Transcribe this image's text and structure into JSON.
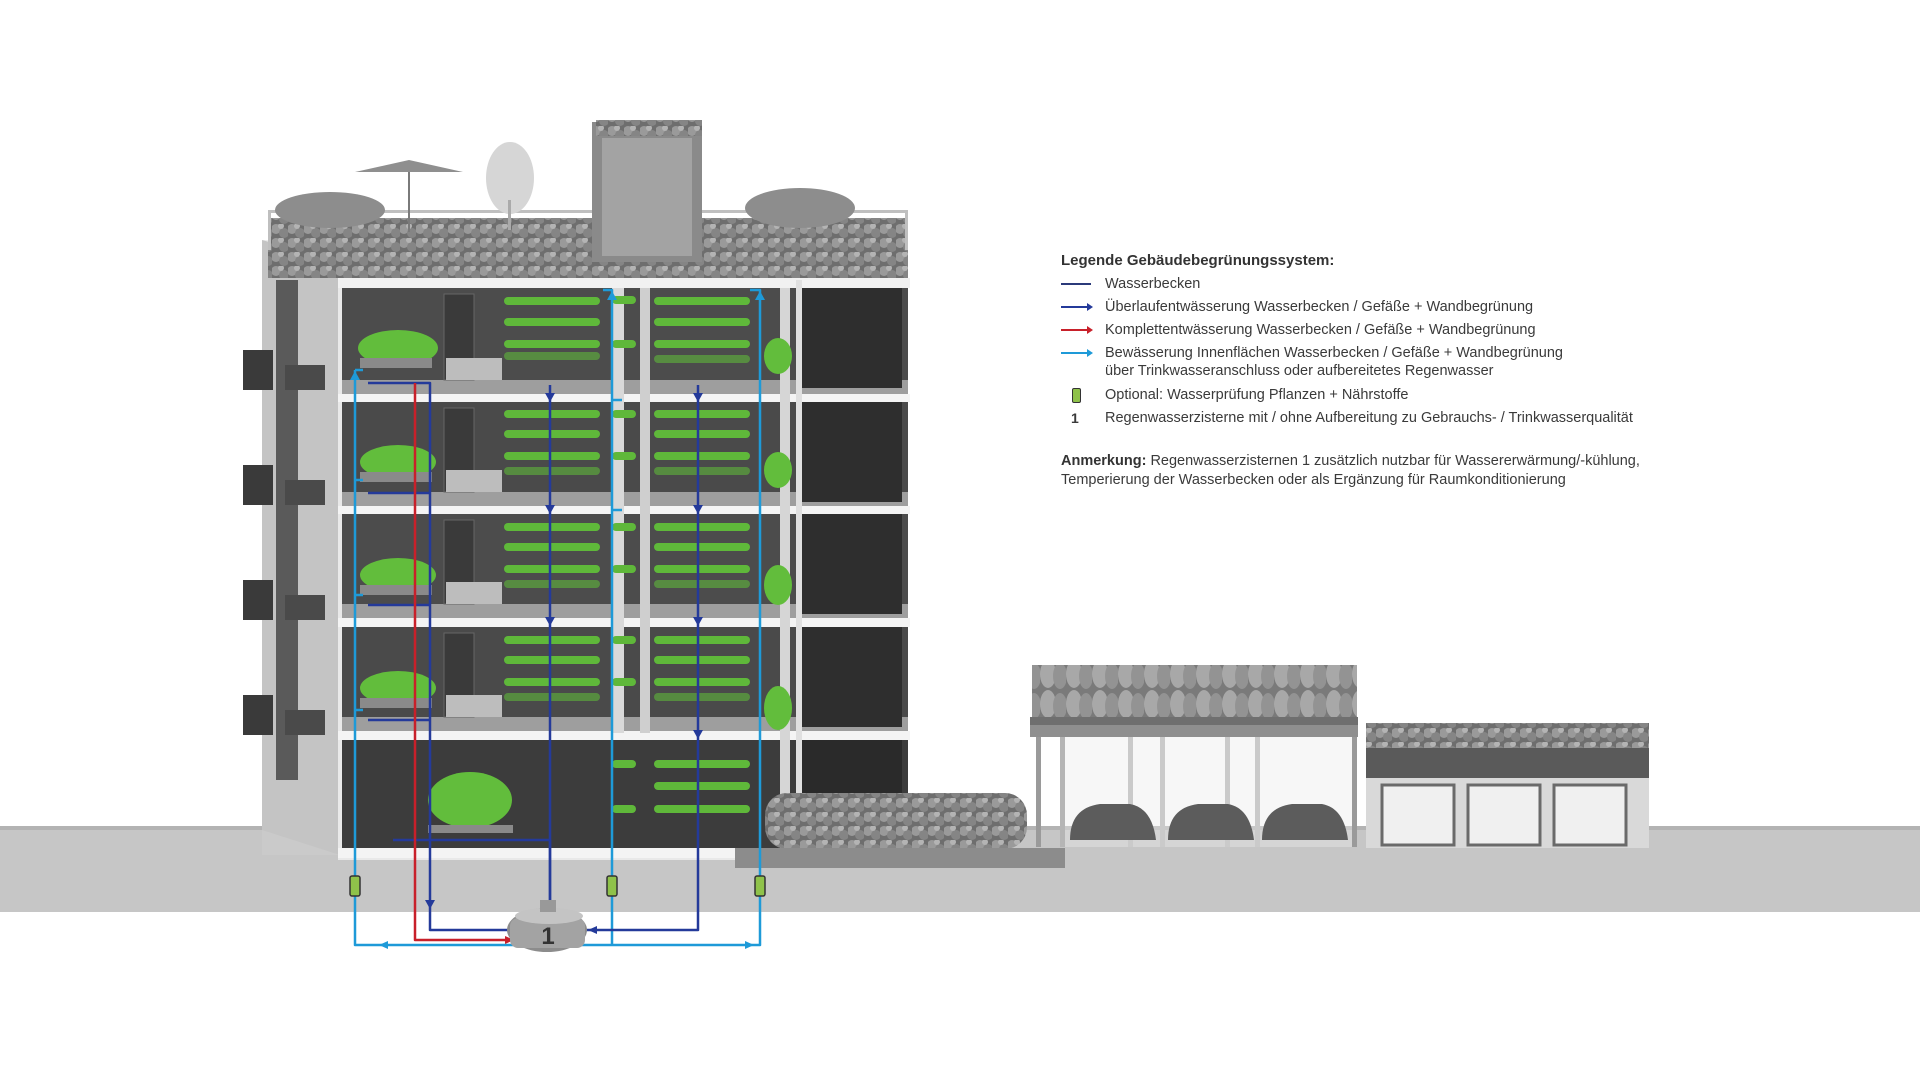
{
  "legend": {
    "title": "Legende Gebäudebegrünungssystem:",
    "items": [
      {
        "symbol": "line",
        "color": "#2b3a7a",
        "label": "Wasserbecken"
      },
      {
        "symbol": "arrow",
        "color": "#243a9a",
        "label": "Überlaufentwässerung Wasserbecken / Gefäße + Wandbegrünung"
      },
      {
        "symbol": "arrow",
        "color": "#c8202a",
        "label": "Komplettentwässerung Wasserbecken / Gefäße + Wandbegrünung"
      },
      {
        "symbol": "arrow",
        "color": "#1e9ad8",
        "label": "Bewässerung Innenflächen Wasserbecken / Gefäße + Wandbegrünung",
        "sublabel": "über Trinkwasseranschluss oder aufbereitetes Regenwasser"
      },
      {
        "symbol": "filter",
        "color": "#8fc24a",
        "label": "Optional: Wasserprüfung Pflanzen + Nährstoffe"
      },
      {
        "symbol": "number",
        "number": "1",
        "label": "Regenwasserzisterne mit / ohne Aufbereitung zu Gebrauchs- / Trinkwasserqualität"
      }
    ]
  },
  "note": {
    "label": "Anmerkung:",
    "line1": "Regenwasserzisternen 1 zusätzlich nutzbar für Wassererwärmung/-kühlung,",
    "line2": "Temperierung der Wasserbecken oder als Ergänzung für Raumkonditionierung"
  },
  "cistern": {
    "number": "1"
  },
  "colors": {
    "overflow": "#243a9a",
    "drain": "#c8202a",
    "irrigation": "#1e9ad8",
    "filter": "#8fc24a",
    "plant": "#5fb83a",
    "ground": "#c6c6c6"
  }
}
